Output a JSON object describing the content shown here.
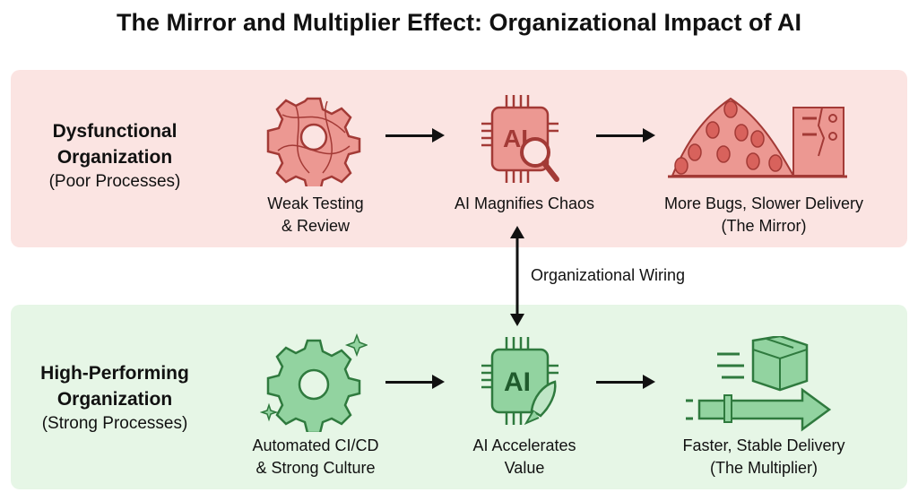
{
  "title": "The Mirror and Multiplier Effect: Organizational Impact of AI",
  "dysfunctional": {
    "name_line1": "Dysfunctional",
    "name_line2": "Organization",
    "subtitle": "(Poor Processes)",
    "steps": [
      {
        "icon": "tangled-gear-icon",
        "line1": "Weak Testing",
        "line2": "& Review"
      },
      {
        "icon": "ai-chip-magnifier-icon",
        "line1": "AI Magnifies Chaos",
        "line2": ""
      },
      {
        "icon": "bug-pile-broken-server-icon",
        "line1": "More Bugs, Slower Delivery",
        "line2": "(The Mirror)"
      }
    ],
    "chip_text": "AI"
  },
  "connector": {
    "label": "Organizational Wiring"
  },
  "high_performing": {
    "name_line1": "High-Performing",
    "name_line2": "Organization",
    "subtitle": "(Strong Processes)",
    "steps": [
      {
        "icon": "sparkling-gear-icon",
        "line1": "Automated CI/CD",
        "line2": "& Strong Culture"
      },
      {
        "icon": "ai-chip-rocket-icon",
        "line1": "AI Accelerates",
        "line2": "Value"
      },
      {
        "icon": "fast-package-arrow-icon",
        "line1": "Faster, Stable Delivery",
        "line2": "(The Multiplier)"
      }
    ],
    "chip_text": "AI"
  },
  "colors": {
    "red_bg": "#fbe4e2",
    "red_fill": "#ec9892",
    "red_stroke": "#a33a36",
    "green_bg": "#e6f6e6",
    "green_fill": "#92d3a0",
    "green_stroke": "#2f7a3e"
  }
}
